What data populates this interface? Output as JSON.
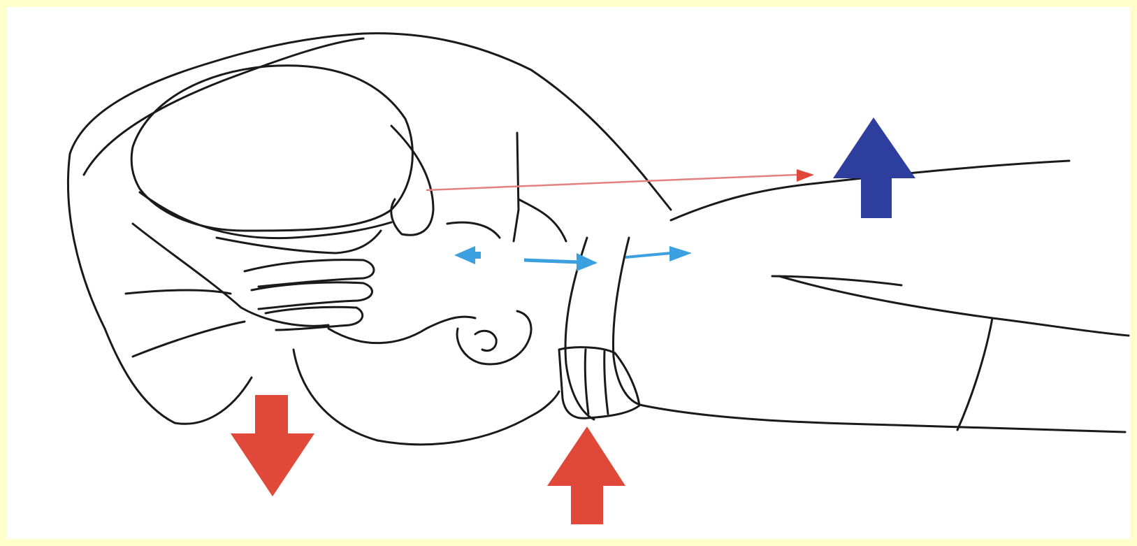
{
  "figure": {
    "subject": "skull-and-neck-traction-illustration",
    "colors": {
      "frame": "#ffffcc",
      "line_ink": "#1a1a1a",
      "down_force_arrow": "#e0483a",
      "up_force_arrow": "#e0483a",
      "traction_arrow": "#2e3e9e",
      "joint_glide_arrows": "#3aa0e0",
      "sightline": "#e58080"
    },
    "arrows": [
      {
        "name": "occiput-down-arrow",
        "direction": "down",
        "color_key": "down_force_arrow"
      },
      {
        "name": "jaw-up-arrow",
        "direction": "up",
        "color_key": "up_force_arrow"
      },
      {
        "name": "neck-traction-arrow",
        "direction": "up",
        "color_key": "traction_arrow"
      },
      {
        "name": "joint-glide-arrows",
        "direction": "horizontal",
        "color_key": "joint_glide_arrows"
      },
      {
        "name": "sightline-arrow",
        "direction": "right",
        "color_key": "sightline"
      }
    ]
  }
}
